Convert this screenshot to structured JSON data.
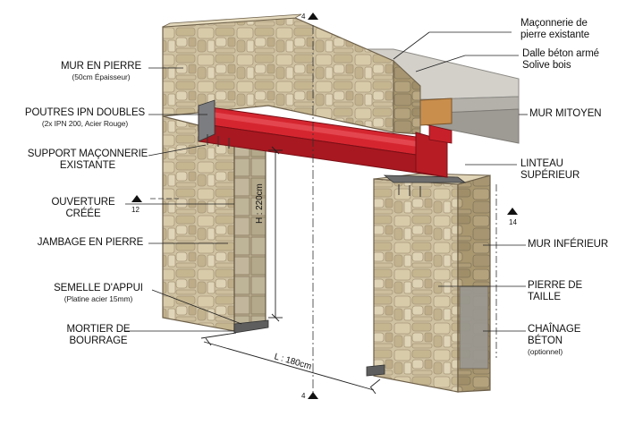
{
  "labels": {
    "mur_en_pierre": "MUR EN PIERRE",
    "mur_en_pierre_sub": "(50cm Épaisseur)",
    "poutres_ipn": "POUTRES IPN DOUBLES",
    "poutres_ipn_sub": "(2x IPN 200, Acier Rouge)",
    "support_l1": "SUPPORT MAÇONNERIE",
    "support_l2": "EXISTANTE",
    "ouverture": "OUVERTURE CRÉÉE",
    "jambage": "JAMBAGE EN PIERRE",
    "semelle": "SEMELLE D'APPUI",
    "semelle_sub": "(Platine acier 15mm)",
    "mortier_l1": "MORTIER DE",
    "mortier_l2": "BOURRAGE",
    "maconnerie_l1": "Maçonnerie de",
    "maconnerie_l2": "pierre existante",
    "dalle_l1": "Dalle béton armé",
    "dalle_l2": "Solive bois",
    "mur_mitoyen": "MUR MITOYEN",
    "linteau": "LINTEAU SUPÉRIEUR",
    "mur_inferieur": "MUR INFÉRIEUR",
    "pierre_taille": "PIERRE DE TAILLE",
    "chainage": "CHAÎNAGE BÉTON",
    "chainage_sub": "(optionnel)"
  },
  "dimensions": {
    "height": "H : 220cm",
    "length": "L : 180cm"
  },
  "section_markers": {
    "top": "4",
    "bottom": "4",
    "left": "12",
    "right": "14"
  },
  "colors": {
    "stone_light": "#d9ccad",
    "stone_mid": "#b9a882",
    "stone_dark": "#8d7d5e",
    "steel_red": "#c8202a",
    "steel_dark": "#8a1118",
    "concrete": "#c9c6c0",
    "wood": "#c78f4e",
    "leader": "#222222"
  }
}
